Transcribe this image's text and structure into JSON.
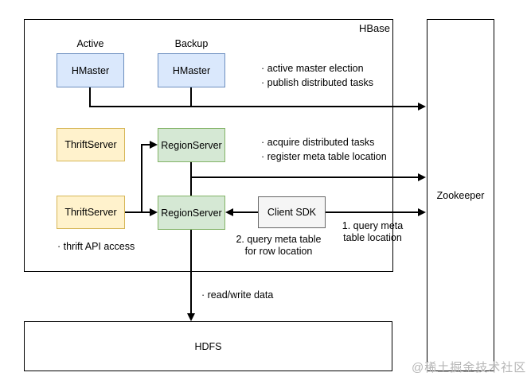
{
  "diagram": {
    "containers": {
      "hbase_label": "HBase",
      "zookeeper_label": "Zookeeper",
      "hdfs_label": "HDFS"
    },
    "role_labels": {
      "active": "Active",
      "backup": "Backup"
    },
    "nodes": {
      "hmaster_active": "HMaster",
      "hmaster_backup": "HMaster",
      "thrift_server_top": "ThriftServer",
      "thrift_server_bottom": "ThriftServer",
      "region_server_top": "RegionServer",
      "region_server_bottom": "RegionServer",
      "client_sdk": "Client SDK"
    },
    "annotations": {
      "master_tasks_line1": "· active master election",
      "master_tasks_line2": "· publish distributed tasks",
      "region_tasks_line1": "· acquire distributed tasks",
      "region_tasks_line2": "· register meta table location",
      "thrift_access": "· thrift API access",
      "query_row_line1": "2. query meta table",
      "query_row_line2": "for row location",
      "query_meta_line1": "1. query meta",
      "query_meta_line2": "table location",
      "read_write": "· read/write data"
    },
    "watermark": "@稀土掘金技术社区",
    "colors": {
      "hmaster_fill": "#dae8fc",
      "hmaster_border": "#6c8ebf",
      "thrift_fill": "#fff2cc",
      "thrift_border": "#d6b656",
      "region_fill": "#d5e8d4",
      "region_border": "#82b366",
      "client_fill": "#f5f5f5",
      "client_border": "#666666",
      "line_color": "#000000",
      "watermark_color": "#b5b5b5"
    }
  }
}
